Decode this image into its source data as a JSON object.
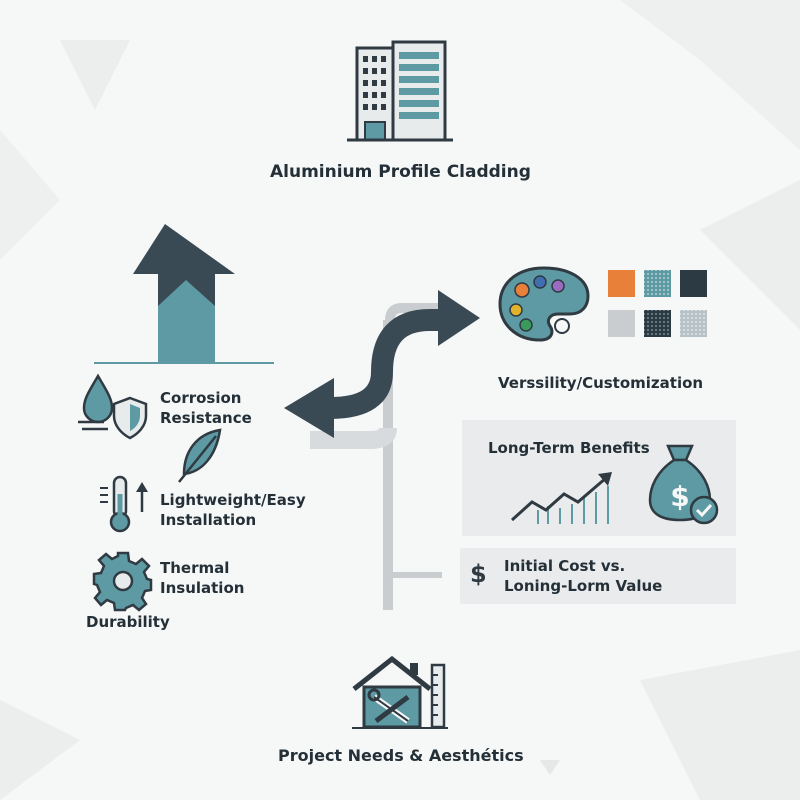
{
  "top": {
    "title": "Aluminium Profile Cladding",
    "icon": "building-icon"
  },
  "bottom": {
    "title": "Project Needs & Aesthétics",
    "icon": "house-tools-icon"
  },
  "left": {
    "items": [
      {
        "label": "Corrosion\nResistance",
        "icon": "water-shield-icon"
      },
      {
        "label": "Lightweight/Easy\nInstallation",
        "icon": "feather-thermometer-icon"
      },
      {
        "label": "Thermal\nInsulation",
        "icon": "gear-icon"
      },
      {
        "label": "Durability"
      }
    ]
  },
  "right": {
    "versatility": {
      "label": "Verssility/Customization",
      "icon": "palette-icon"
    },
    "long_term": {
      "label": "Long-Term Benefits",
      "icon": "money-bag-icon"
    },
    "cost": {
      "label": "Initial Cost vs.\nLoning-Lorm Value",
      "icon": "dollar-icon"
    }
  },
  "colors": {
    "dark": "#3a4a55",
    "teal": "#5e9aa3",
    "orange": "#e9803a",
    "light": "#c9cdd0"
  }
}
